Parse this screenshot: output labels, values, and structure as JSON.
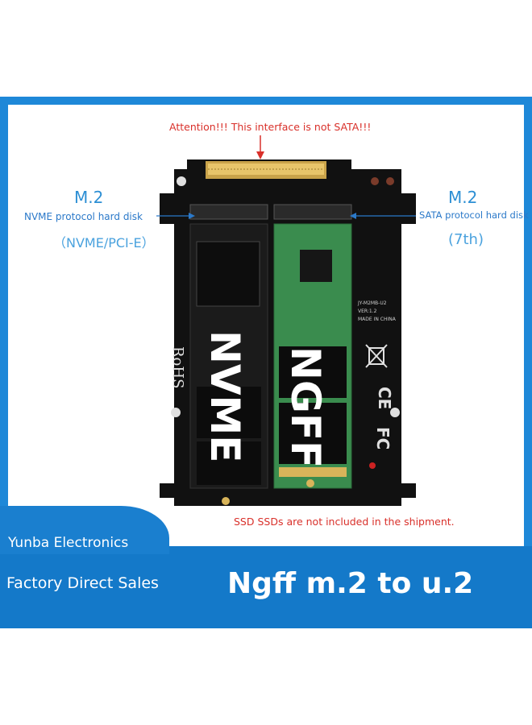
{
  "image": {
    "attention_text": "Attention!!! This interface is not SATA!!!",
    "left_port": {
      "title": "M.2",
      "protocol": "NVME protocol hard disk",
      "sub": "（NVME/PCI-E）"
    },
    "right_port": {
      "title": "M.2",
      "protocol": "SATA protocol hard disk",
      "sub": "(7th)"
    },
    "board_labels": {
      "rohs": "RoHS",
      "nvme": "NVME",
      "ngff": "NGFF",
      "model": "JY-M2MB-U2",
      "version": "VER:1.2",
      "made_in": "MADE IN CHINA"
    },
    "ssd_note": "SSD SSDs are not included in the shipment.",
    "brand": "Yunba Electronics",
    "tagline": "Factory Direct Sales",
    "headline": "Ngff m.2 to u.2",
    "colors": {
      "frame": "#1e88d8",
      "banner": "#1479c9",
      "warning": "#d9302a",
      "label_blue": "#2d8fd4",
      "pcb": "#111111",
      "ssd_green": "#3a8c4e"
    }
  }
}
